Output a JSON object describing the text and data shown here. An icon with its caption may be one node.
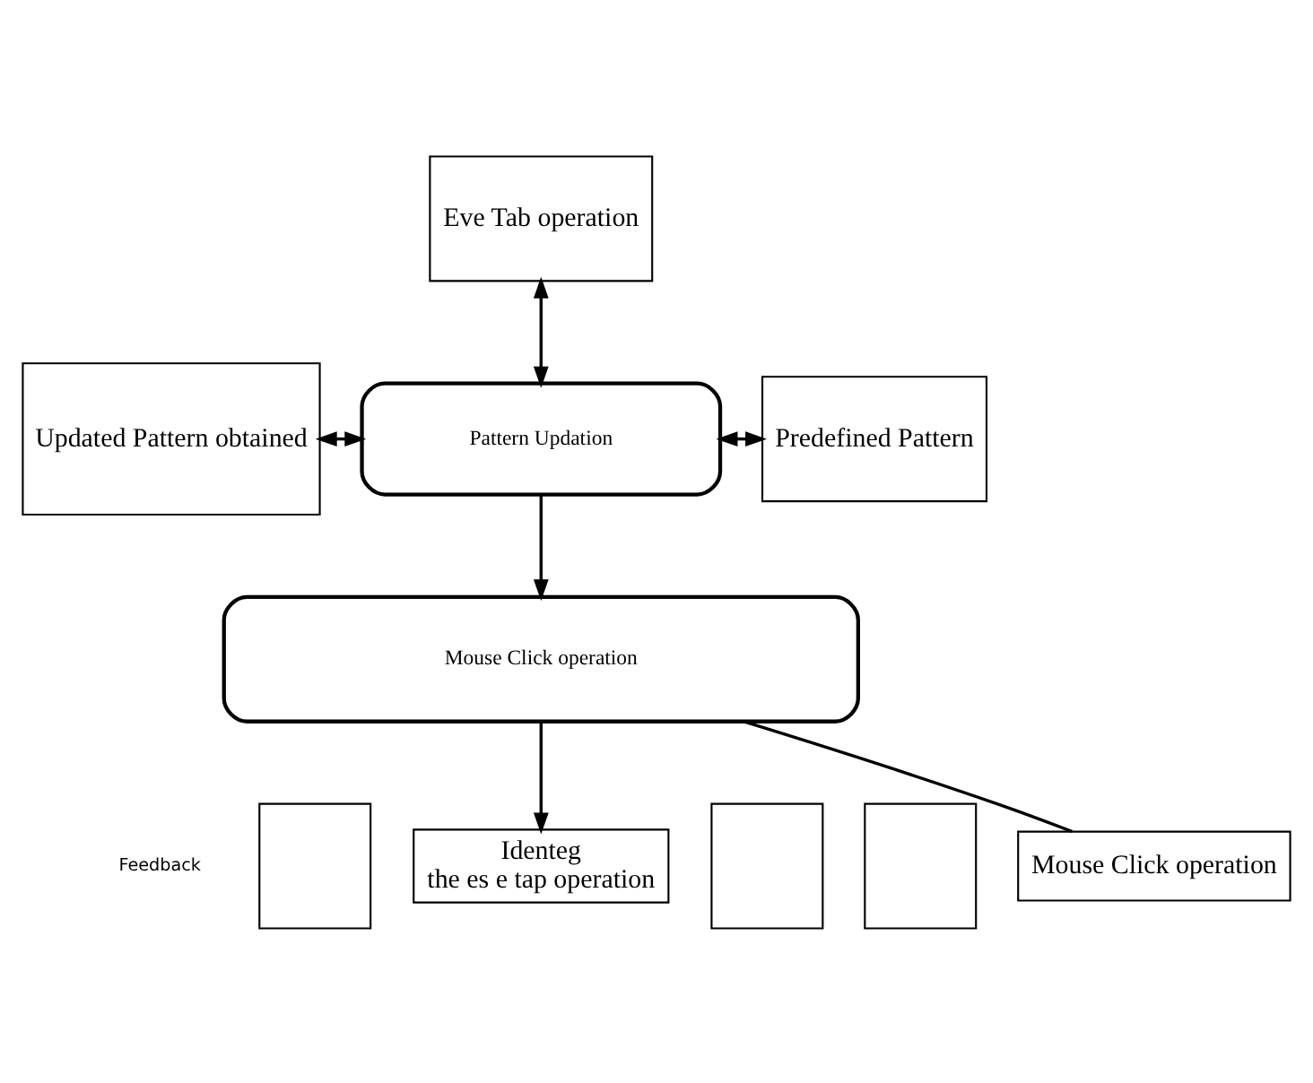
{
  "diagram": {
    "nodes": [
      {
        "text": [
          "Eve Tab operation"
        ]
      },
      {
        "text": [
          "Updated Pattern obtained"
        ]
      },
      {
        "text": [
          "Pattern Updation"
        ]
      },
      {
        "text": [
          "Predefined Pattern"
        ]
      },
      {
        "text": [
          "Mouse Click operation"
        ]
      },
      {
        "text": [],
        "shape": "box"
      },
      {
        "text": [
          "Identeg",
          "the es e tap operation"
        ]
      },
      {
        "text": [],
        "shape": "box"
      },
      {
        "text": [],
        "shape": "box"
      },
      {
        "text": [
          "Mouse Click operation"
        ]
      }
    ],
    "edges": [
      {
        "from": 0,
        "to": 2,
        "arrow": "both"
      },
      {
        "from": 1,
        "to": 2,
        "arrow": "both"
      },
      {
        "from": 2,
        "to": 3,
        "arrow": "both"
      },
      {
        "from": 2,
        "to": 4,
        "arrow": "to"
      },
      {
        "from": 4,
        "to": 6,
        "arrow": "to"
      },
      {
        "from": 4,
        "to": 9,
        "arrow": "none"
      }
    ],
    "labels": [
      "Feedback"
    ]
  }
}
